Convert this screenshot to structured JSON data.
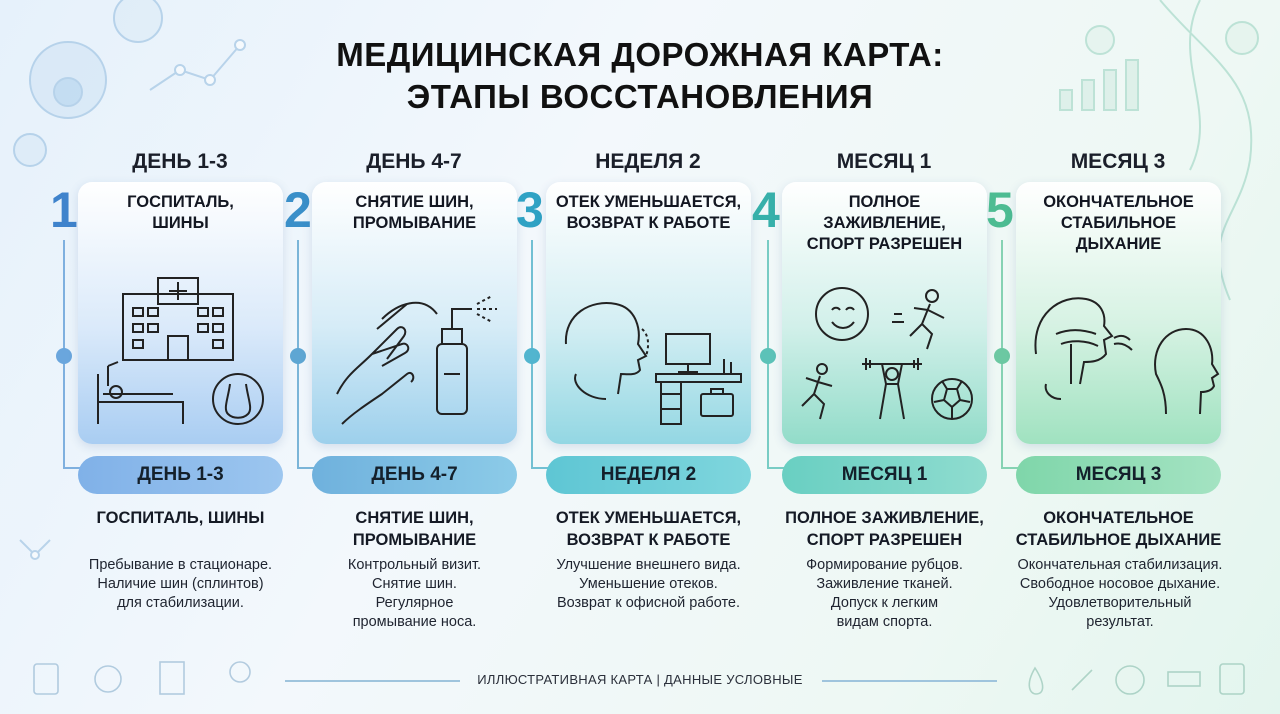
{
  "title_line1": "МЕДИЦИНСКАЯ ДОРОЖНАЯ КАРТА:",
  "title_line2": "ЭТАПЫ ВОССТАНОВЛЕНИЯ",
  "stages": [
    {
      "number": "1",
      "period": "ДЕНЬ 1-3",
      "card_title": "ГОСПИТАЛЬ,\nШИНЫ",
      "pill": "ДЕНЬ 1-3",
      "subtitle": "ГОСПИТАЛЬ, ШИНЫ",
      "description": "Пребывание в стационаре.\nНаличие шин (сплинтов)\nдля стабилизации.",
      "color": "#4a8fd6",
      "icon": "hospital-icon"
    },
    {
      "number": "2",
      "period": "ДЕНЬ 4-7",
      "card_title": "СНЯТИЕ ШИН,\nПРОМЫВАНИЕ",
      "pill": "ДЕНЬ 4-7",
      "subtitle": "СНЯТИЕ ШИН,\nПРОМЫВАНИЕ",
      "description": "Контрольный визит.\nСнятие шин.\nРегулярное\nпромывание носа.",
      "color": "#3d98cf",
      "icon": "nasal-spray-icon"
    },
    {
      "number": "3",
      "period": "НЕДЕЛЯ 2",
      "card_title": "ОТЕК УМЕНЬШАЕТСЯ,\nВОЗВРАТ К РАБОТЕ",
      "pill": "НЕДЕЛЯ 2",
      "subtitle": "ОТЕК УМЕНЬШАЕТСЯ,\nВОЗВРАТ К РАБОТЕ",
      "description": "Улучшение внешнего вида.\nУменьшение отеков.\nВозврат к офисной работе.",
      "color": "#36a8c8",
      "icon": "office-desk-icon"
    },
    {
      "number": "4",
      "period": "МЕСЯЦ 1",
      "card_title": "ПОЛНОЕ\nЗАЖИВЛЕНИЕ,\nСПОРТ РАЗРЕШЕН",
      "pill": "МЕСЯЦ 1",
      "subtitle": "ПОЛНОЕ ЗАЖИВЛЕНИЕ,\nСПОРТ РАЗРЕШЕН",
      "description": "Формирование рубцов.\nЗаживление тканей.\nДопуск к легким\nвидам спорта.",
      "color": "#3fb6b2",
      "icon": "sport-icon"
    },
    {
      "number": "5",
      "period": "МЕСЯЦ 3",
      "card_title": "ОКОНЧАТЕЛЬНОЕ\nСТАБИЛЬНОЕ\nДЫХАНИЕ",
      "pill": "МЕСЯЦ 3",
      "subtitle": "ОКОНЧАТЕЛЬНОЕ\nСТАБИЛЬНОЕ ДЫХАНИЕ",
      "description": "Окончательная стабилизация.\nСвободное носовое дыхание.\nУдовлетворительный\nрезультат.",
      "color": "#55c49a",
      "icon": "breathing-icon"
    }
  ],
  "footer": "ИЛЛЮСТРАТИВНАЯ КАРТА | ДАННЫЕ УСЛОВНЫЕ"
}
